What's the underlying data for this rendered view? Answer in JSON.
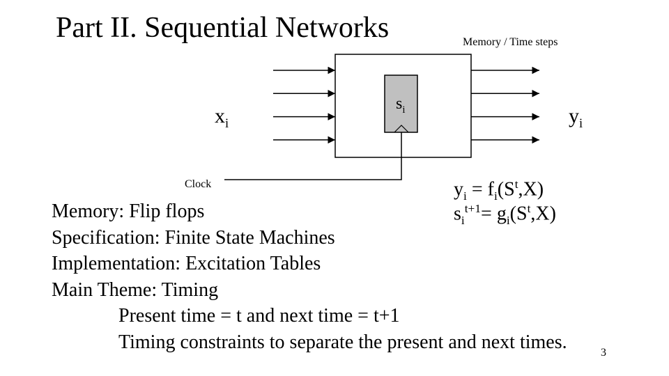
{
  "title": "Part II. Sequential Networks",
  "diagram": {
    "memory_label": "Memory / Time steps",
    "clock_label": "Clock",
    "inputs_label": {
      "base": "x",
      "sub": "i"
    },
    "outputs_label": {
      "base": "y",
      "sub": "i"
    },
    "state_label": {
      "base": "s",
      "sub": "i"
    },
    "input_count": 4,
    "output_count": 4,
    "state_fill": "#c0c0c0"
  },
  "equations": {
    "eq1": {
      "a": "y",
      "a_sub": "i",
      "b": " = f",
      "b_sub": "i",
      "c": "(S",
      "c_sup": "t",
      "d": ",X)"
    },
    "eq2": {
      "a": "s",
      "a_sub": "i",
      "a_sup": "t+1",
      "b": "= g",
      "b_sub": "i",
      "c": "(S",
      "c_sup": "t",
      "d": ",X)"
    }
  },
  "bullets": [
    "Memory: Flip flops",
    "Specification: Finite State Machines",
    "Implementation: Excitation Tables",
    "Main Theme: Timing"
  ],
  "sub_bullets": [
    "Present time = t and next time = t+1",
    "Timing constraints to separate the present and next times."
  ],
  "page_number": "3"
}
